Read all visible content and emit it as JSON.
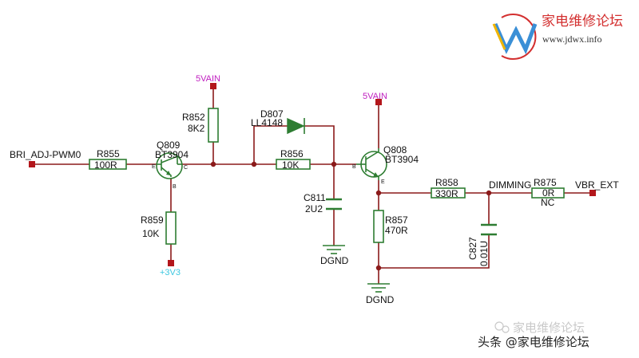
{
  "watermark": {
    "site_name": "家电维修论坛",
    "url": "www.jdwx.info"
  },
  "footer": {
    "faded_text": "家电维修论坛",
    "credit": "头条 @家电维修论坛"
  },
  "power": {
    "vain_1": "5VAIN",
    "vain_2": "5VAIN",
    "v3v3": "+3V3"
  },
  "nets": {
    "input": "BRI_ADJ-PWM0",
    "dimming": "DIMMING",
    "output": "VBR_EXT"
  },
  "ground": {
    "g1": "DGND",
    "g2": "DGND"
  },
  "resistors": {
    "r855": {
      "ref": "R855",
      "value": "100R"
    },
    "r852": {
      "ref": "R852",
      "value": "8K2"
    },
    "r859": {
      "ref": "R859",
      "value": "10K"
    },
    "r856": {
      "ref": "R856",
      "value": "10K"
    },
    "r857": {
      "ref": "R857",
      "value": "470R"
    },
    "r858": {
      "ref": "R858",
      "value": "330R"
    },
    "r875": {
      "ref": "R875",
      "value": "0R",
      "note": "NC"
    }
  },
  "capacitors": {
    "c811": {
      "ref": "C811",
      "value": "2U2"
    },
    "c827": {
      "ref": "C827",
      "value": "0.01U"
    }
  },
  "diode": {
    "ref": "D807",
    "value": "LL4148"
  },
  "transistors": {
    "q809": {
      "ref": "Q809",
      "part": "BT3904",
      "pin_e": "E",
      "pin_c": "C",
      "pin_b": "B"
    },
    "q808": {
      "ref": "Q808",
      "part": "BT3904",
      "pin_b": "B",
      "pin_e": "E"
    }
  },
  "colors": {
    "wire": "#8b1a1a",
    "component": "#2e7d32",
    "power_label": "#c020c0",
    "rail_3v3": "#3cc7e0",
    "watermark": "#d32f2f"
  }
}
